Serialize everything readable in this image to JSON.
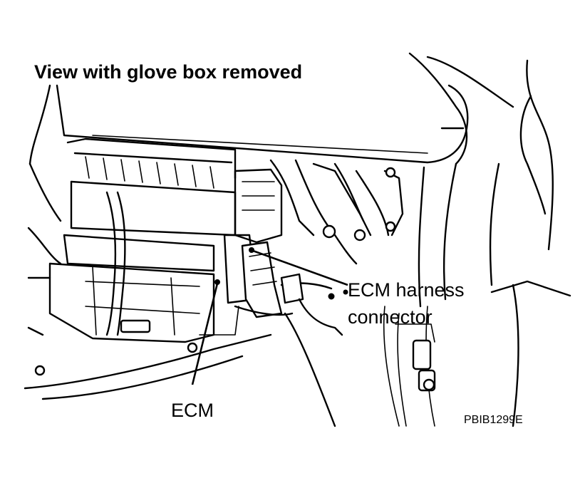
{
  "figure": {
    "title": "View with glove box removed",
    "callouts": {
      "harness_line1": "ECM harness",
      "harness_line2": "connector",
      "ecm": "ECM"
    },
    "figure_code": "PBIB1299E"
  }
}
